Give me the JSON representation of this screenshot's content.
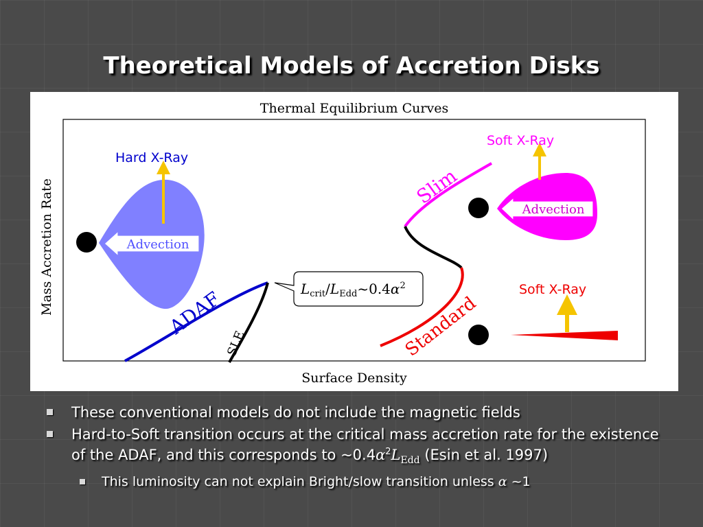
{
  "slide": {
    "title": "Theoretical Models of Accretion Disks"
  },
  "diagram": {
    "title": "Thermal Equilibrium Curves",
    "x_axis_label": "Surface Density",
    "y_axis_label": "Mass Accretion Rate",
    "branches": {
      "adaf": "ADAF",
      "sle": "SLE",
      "standard": "Standard",
      "slim": "Slim"
    },
    "adaf_panel": {
      "emission": "Hard X-Ray",
      "advection": "Advection"
    },
    "slim_panel": {
      "emission": "Soft X-Ray",
      "advection": "Advection"
    },
    "standard_panel": {
      "emission": "Soft X-Ray"
    },
    "callout": {
      "L1": "L",
      "sub1": "crit",
      "slash": "/",
      "L2": "L",
      "sub2": "Edd",
      "tail": "~0.4",
      "alpha": "α",
      "power": "2"
    },
    "colors": {
      "adaf": "#0000cc",
      "slim": "#ff00ff",
      "standard": "#ee0000",
      "sle": "#000000",
      "adaf_blob": "#8080ff",
      "slim_blob": "#ff00ff",
      "arrow": "#f5c400",
      "hard_xray_text": "#0000cc",
      "soft_xray_text": "#ff00ff",
      "soft_xray_std_text": "#ee0000"
    }
  },
  "bullets": [
    {
      "text": "These conventional models do not include the magnetic fields"
    },
    {
      "text_a": "Hard-to-Soft transition occurs at the critical mass accretion rate for the existence of the ADAF, and this corresponds to ~0.4",
      "alpha": "α",
      "power": "2",
      "L": "L",
      "sub": "Edd",
      "text_b": " (Esin et al. 1997)"
    }
  ],
  "sub_bullets": [
    {
      "text": "This luminosity can not explain Bright/slow transition unless ",
      "alpha": "α",
      "tail": " ~1"
    }
  ]
}
